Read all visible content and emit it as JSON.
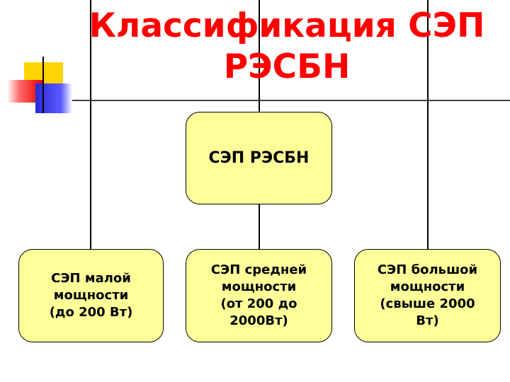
{
  "title": {
    "line1": "Классификация СЭП",
    "line2": "РЭСБН"
  },
  "root": {
    "label": "СЭП РЭСБН"
  },
  "children": [
    {
      "lines": [
        "СЭП малой",
        "мощности",
        "(до 200 Вт)"
      ]
    },
    {
      "lines": [
        "СЭП средней",
        "мощности",
        "(от 200 до",
        "2000Вт)"
      ]
    },
    {
      "lines": [
        "СЭП большой",
        "мощности",
        "(свыше 2000",
        "Вт)"
      ]
    }
  ],
  "colors": {
    "title": "#ff0000",
    "box_fill": "#ffff99",
    "lines": "#000000"
  }
}
